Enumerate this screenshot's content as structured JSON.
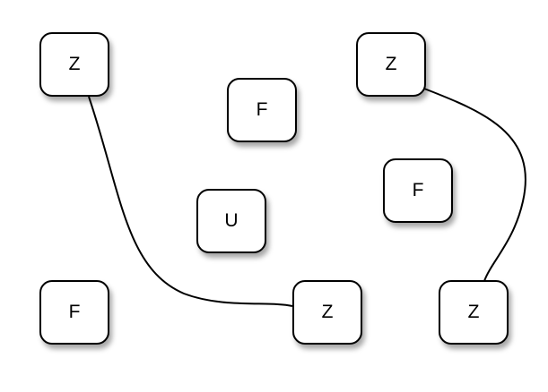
{
  "nodes": [
    {
      "id": "z1",
      "label": "Z"
    },
    {
      "id": "z2",
      "label": "Z"
    },
    {
      "id": "f1",
      "label": "F"
    },
    {
      "id": "f2",
      "label": "F"
    },
    {
      "id": "u1",
      "label": "U"
    },
    {
      "id": "f3",
      "label": "F"
    },
    {
      "id": "z3",
      "label": "Z"
    },
    {
      "id": "z4",
      "label": "Z"
    }
  ],
  "edges": [
    {
      "from": "z1",
      "to": "z3"
    },
    {
      "from": "z2",
      "to": "z4"
    }
  ]
}
